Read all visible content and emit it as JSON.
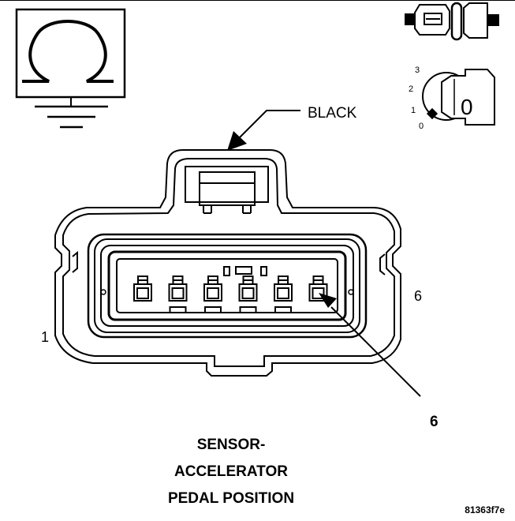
{
  "connector": {
    "color_label": "BLACK",
    "pin_first": "1",
    "pin_last": "6",
    "callout": "6",
    "pin_count": 6
  },
  "title": {
    "line1": "SENSOR-",
    "line2": "ACCELERATOR",
    "line3": "PEDAL POSITION"
  },
  "ignition": {
    "positions": [
      "3",
      "2",
      "1",
      "0"
    ],
    "key_label": "0"
  },
  "figure_id": "81363f7e",
  "icons": [
    "ohmmeter-ground-icon",
    "connector-disconnected-icon",
    "ignition-key-off-icon"
  ]
}
